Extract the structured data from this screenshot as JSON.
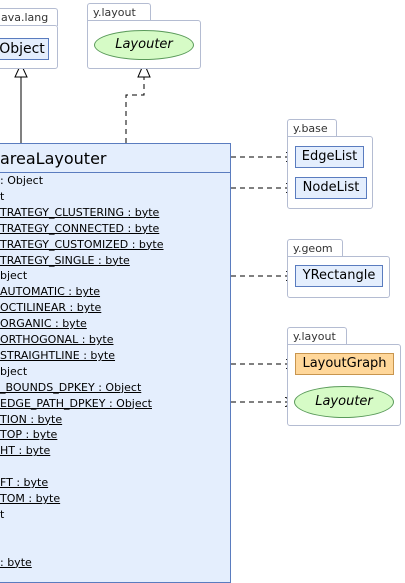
{
  "packages": {
    "lang": {
      "label": "ava.lang",
      "class_name": "Object"
    },
    "layout_top": {
      "label": "y.layout",
      "ellipse": "Layouter"
    },
    "base": {
      "label": "y.base",
      "classes": [
        "EdgeList",
        "NodeList"
      ]
    },
    "geom": {
      "label": "y.geom",
      "classes": [
        "YRectangle"
      ]
    },
    "layout_bottom": {
      "label": "y.layout",
      "class_name": "LayoutGraph",
      "ellipse": "Layouter"
    }
  },
  "main_class": {
    "title": "areaLayouter",
    "attributes": [
      {
        "text": ": Object",
        "underline": false
      },
      {
        "text": "t",
        "underline": false
      },
      {
        "text": "TRATEGY_CLUSTERING : byte",
        "underline": true
      },
      {
        "text": "TRATEGY_CONNECTED : byte",
        "underline": true
      },
      {
        "text": "TRATEGY_CUSTOMIZED : byte",
        "underline": true
      },
      {
        "text": "TRATEGY_SINGLE : byte",
        "underline": true
      },
      {
        "text": "bject",
        "underline": false
      },
      {
        "text": "AUTOMATIC : byte",
        "underline": true
      },
      {
        "text": "OCTILINEAR : byte",
        "underline": true
      },
      {
        "text": "ORGANIC : byte",
        "underline": true
      },
      {
        "text": "ORTHOGONAL : byte",
        "underline": true
      },
      {
        "text": "STRAIGHTLINE : byte",
        "underline": true
      },
      {
        "text": "bject",
        "underline": false
      },
      {
        "text": "_BOUNDS_DPKEY : Object",
        "underline": true
      },
      {
        "text": "EDGE_PATH_DPKEY : Object",
        "underline": true
      },
      {
        "text": "TION : byte",
        "underline": true
      },
      {
        "text": "TOP : byte",
        "underline": true
      },
      {
        "text": "HT : byte",
        "underline": true
      },
      {
        "text": "",
        "underline": false
      },
      {
        "text": "FT : byte",
        "underline": true
      },
      {
        "text": "TOM : byte",
        "underline": true
      },
      {
        "text": "t",
        "underline": false
      },
      {
        "text": "",
        "underline": false
      },
      {
        "text": "",
        "underline": false
      },
      {
        "text": ": byte",
        "underline": true
      }
    ]
  }
}
